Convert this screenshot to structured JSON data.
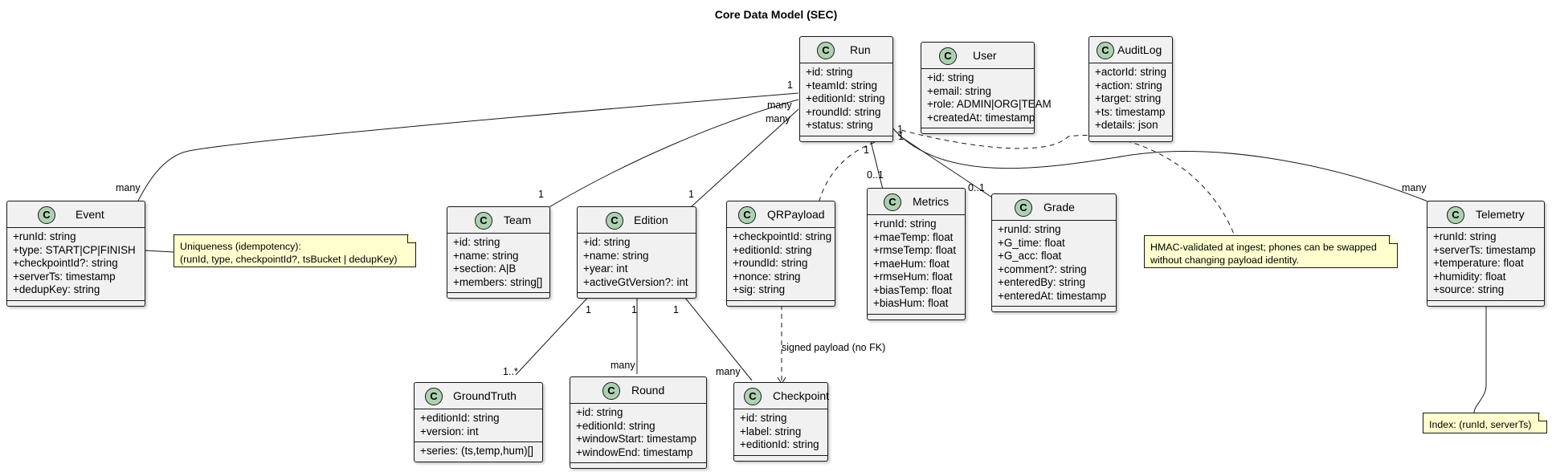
{
  "title": "Core Data Model (SEC)",
  "class_glyph": "C",
  "classes": {
    "run": {
      "name": "Run",
      "fields": [
        "+id: string",
        "+teamId: string",
        "+editionId: string",
        "+roundId: string",
        "+status: string"
      ]
    },
    "user": {
      "name": "User",
      "fields": [
        "+id: string",
        "+email: string",
        "+role: ADMIN|ORG|TEAM",
        "+createdAt: timestamp"
      ]
    },
    "auditlog": {
      "name": "AuditLog",
      "fields": [
        "+actorId: string",
        "+action: string",
        "+target: string",
        "+ts: timestamp",
        "+details: json"
      ]
    },
    "event": {
      "name": "Event",
      "fields": [
        "+runId: string",
        "+type: START|CP|FINISH",
        "+checkpointId?: string",
        "+serverTs: timestamp",
        "+dedupKey: string"
      ]
    },
    "team": {
      "name": "Team",
      "fields": [
        "+id: string",
        "+name: string",
        "+section: A|B",
        "+members: string[]"
      ]
    },
    "edition": {
      "name": "Edition",
      "fields": [
        "+id: string",
        "+name: string",
        "+year: int",
        "+activeGtVersion?: int"
      ]
    },
    "qrpayload": {
      "name": "QRPayload",
      "fields": [
        "+checkpointId: string",
        "+editionId: string",
        "+roundId: string",
        "+nonce: string",
        "+sig: string"
      ]
    },
    "metrics": {
      "name": "Metrics",
      "fields": [
        "+runId: string",
        "+maeTemp: float",
        "+rmseTemp: float",
        "+maeHum: float",
        "+rmseHum: float",
        "+biasTemp: float",
        "+biasHum: float"
      ]
    },
    "grade": {
      "name": "Grade",
      "fields": [
        "+runId: string",
        "+G_time: float",
        "+G_acc: float",
        "+comment?: string",
        "+enteredBy: string",
        "+enteredAt: timestamp"
      ]
    },
    "telemetry": {
      "name": "Telemetry",
      "fields": [
        "+runId: string",
        "+serverTs: timestamp",
        "+temperature: float",
        "+humidity: float",
        "+source: string"
      ]
    },
    "groundtruth": {
      "name": "GroundTruth",
      "fields": [
        "+editionId: string",
        "+version: int"
      ],
      "methods": [
        "+series: (ts,temp,hum)[]"
      ]
    },
    "round": {
      "name": "Round",
      "fields": [
        "+id: string",
        "+editionId: string",
        "+windowStart: timestamp",
        "+windowEnd: timestamp"
      ]
    },
    "checkpoint": {
      "name": "Checkpoint",
      "fields": [
        "+id: string",
        "+label: string",
        "+editionId: string"
      ]
    }
  },
  "notes": {
    "uniqueness": [
      "Uniqueness (idempotency):",
      "(runId, type, checkpointId?, tsBucket | dedupKey)"
    ],
    "hmac": [
      "HMAC-validated at ingest; phones can be swapped",
      "without changing payload identity."
    ],
    "index": [
      "Index: (runId, serverTs)"
    ]
  },
  "labels": {
    "run_event_run": "1",
    "run_event_event": "many",
    "run_team_run": "many",
    "run_team_team": "1",
    "run_edition_run": "many",
    "run_edition_edition": "1",
    "run_metrics_run": "1",
    "run_metrics_metrics": "0..1",
    "run_grade_run": "1",
    "run_grade_grade": "0..1",
    "run_telemetry_run": "1",
    "run_telemetry_telemetry": "many",
    "edition_gt_edition": "1",
    "edition_gt_gt": "1..*",
    "edition_round_edition": "1",
    "edition_round_round": "many",
    "edition_cp_edition": "1",
    "edition_cp_cp": "many",
    "qr_cp": "signed payload (no FK)"
  }
}
